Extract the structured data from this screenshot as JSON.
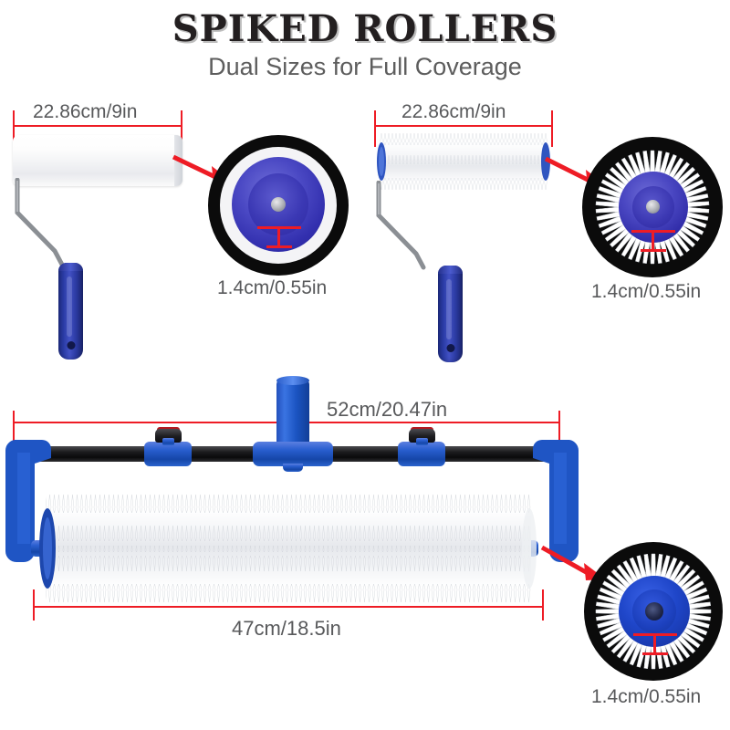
{
  "header": {
    "title": "SPIKED ROLLERS",
    "subtitle": "Dual Sizes for Full Coverage"
  },
  "products": [
    {
      "id": "smooth-roller",
      "name": "Smooth roller 9 inch",
      "length_label": "22.86cm/9in",
      "detail_label": "1.4cm/0.55in",
      "detail_name": "smooth roller end cap close-up"
    },
    {
      "id": "spiked-roller-9in",
      "name": "Spiked roller 9 inch",
      "length_label": "22.86cm/9in",
      "detail_label": "1.4cm/0.55in",
      "detail_name": "spiked roller end cap close-up"
    },
    {
      "id": "spiked-roller-large",
      "name": "Large spiked roller with bar frame",
      "bar_label": "52cm/20.47in",
      "roller_label": "47cm/18.5in",
      "detail_label": "1.4cm/0.55in",
      "detail_name": "large spiked roller end cap close-up"
    }
  ],
  "colors": {
    "measure_red": "#ee1c25",
    "dimension_text": "#58595b",
    "title_text": "#231f20",
    "subtitle_text": "#5d5d5d",
    "handle_blue": "#2b3ca6",
    "frame_blue": "#1f55c4",
    "bar_black": "#111113",
    "roller_white": "#f2f3f5"
  }
}
